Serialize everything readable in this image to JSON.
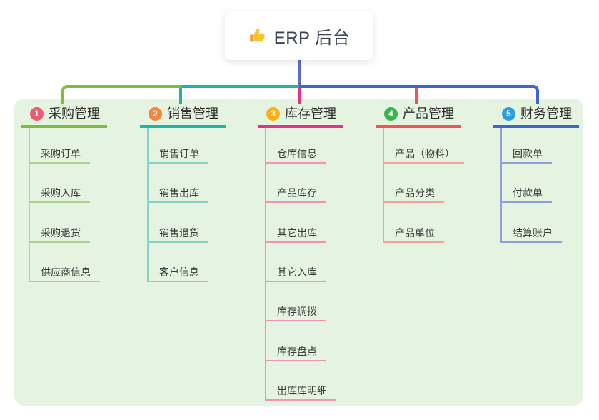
{
  "root": {
    "title": "ERP 后台",
    "icon": "thumbs-up",
    "line_color": "#5b6ad0"
  },
  "panel_color": "#e4f4e1",
  "branches": [
    {
      "index": "1",
      "title": "采购管理",
      "badge_color": "#ee5b71",
      "line_color": "#7cbf3e",
      "child_line_color": "#aad489",
      "children": [
        "采购订单",
        "采购入库",
        "采购退货",
        "供应商信息"
      ]
    },
    {
      "index": "2",
      "title": "销售管理",
      "badge_color": "#f8823f",
      "line_color": "#1db5a7",
      "child_line_color": "#82d6c9",
      "children": [
        "销售订单",
        "销售出库",
        "销售退货",
        "客户信息"
      ]
    },
    {
      "index": "3",
      "title": "库存管理",
      "badge_color": "#fcb016",
      "line_color": "#e53189",
      "child_line_color": "#f392bb",
      "children": [
        "仓库信息",
        "产品库存",
        "其它出库",
        "其它入库",
        "库存调拨",
        "库存盘点",
        "出库库明细"
      ]
    },
    {
      "index": "4",
      "title": "产品管理",
      "badge_color": "#3bb44a",
      "line_color": "#f45353",
      "child_line_color": "#f9a09a",
      "children": [
        "产品（物料）",
        "产品分类",
        "产品单位"
      ]
    },
    {
      "index": "5",
      "title": "财务管理",
      "badge_color": "#2d9fe0",
      "line_color": "#4164cf",
      "child_line_color": "#8f9fdb",
      "children": [
        "回款单",
        "付款单",
        "结算账户"
      ]
    }
  ]
}
